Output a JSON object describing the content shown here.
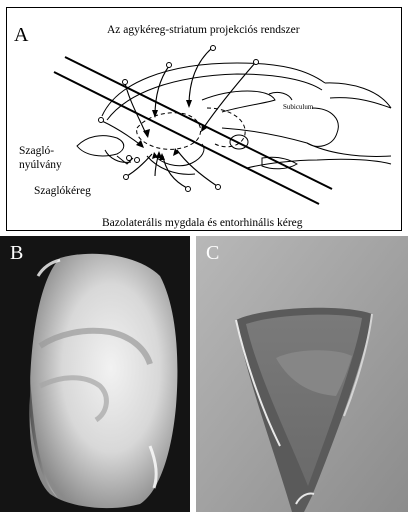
{
  "panel_a": {
    "letter": "A",
    "title": "Az agykéreg-striatum projekciós rendszer",
    "subiculum": "Subiculum",
    "olfactory_bulb": "Szagló-nyúlvány",
    "olfactory_cortex": "Szaglókéreg",
    "bottom_caption": "Bazolaterális mygdala és entorhinális kéreg"
  },
  "panel_b": {
    "letter": "B"
  },
  "panel_c": {
    "letter": "C"
  }
}
